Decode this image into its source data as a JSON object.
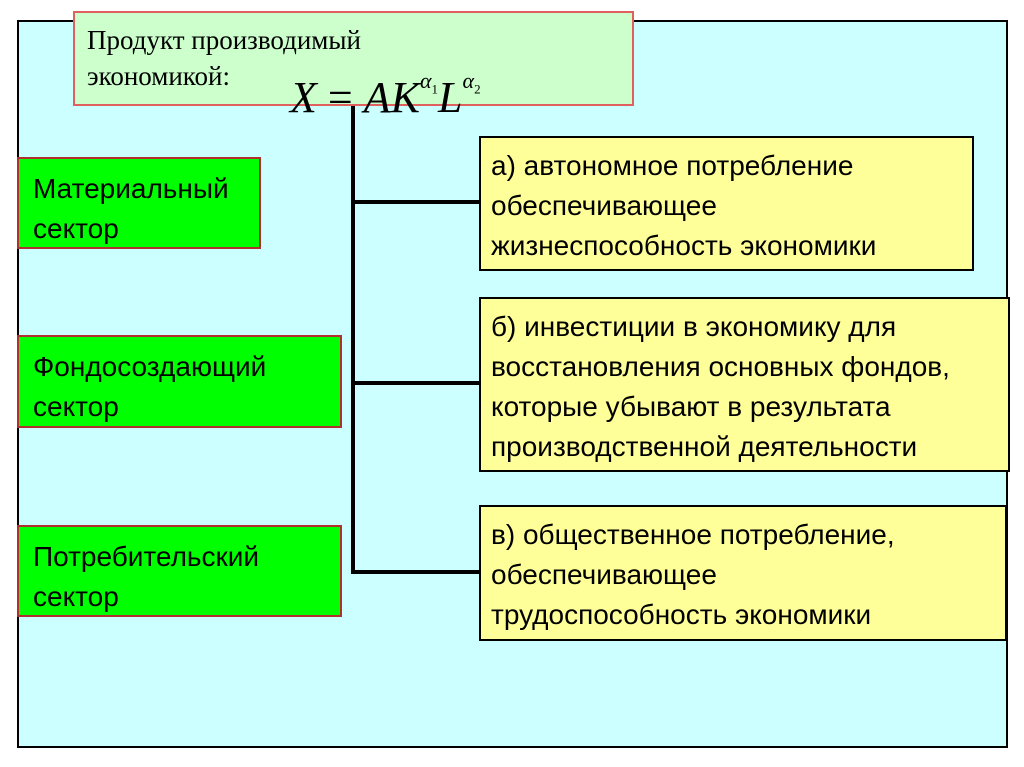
{
  "title": {
    "line1": "Продукт производимый",
    "line2": "экономикой:",
    "formula": {
      "X": "X",
      "equals": "=",
      "A": "A",
      "K": "K",
      "alpha1_base": "α",
      "alpha1_index": "1",
      "L": "L",
      "alpha2_base": "α",
      "alpha2_index": "2"
    }
  },
  "sectors": [
    {
      "line1": "Материальный",
      "line2": "сектор"
    },
    {
      "line1": "Фондосоздающий",
      "line2": "сектор"
    },
    {
      "line1": "Потребительский",
      "line2": "сектор"
    }
  ],
  "descriptions": [
    {
      "lines": [
        "а) автономное потребление",
        "обеспечивающее",
        "жизнеспособность экономики"
      ]
    },
    {
      "lines": [
        "б) инвестиции в экономику для",
        "восстановления основных фондов,",
        "которые убывают в результата",
        "производственной деятельности"
      ]
    },
    {
      "lines": [
        "в) общественное потребление,",
        "обеспечивающее",
        "трудоспособность экономики"
      ]
    }
  ],
  "colors": {
    "panel_bg": "#ccffff",
    "title_bg": "#ccffcc",
    "sector_bg": "#00ff00",
    "description_bg": "#ffff99"
  }
}
